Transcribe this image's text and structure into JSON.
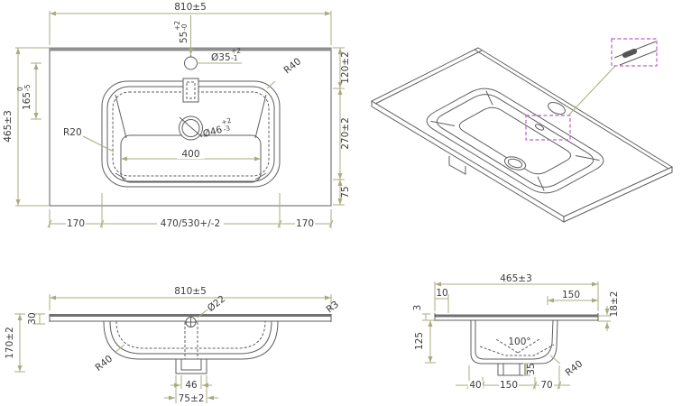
{
  "plan": {
    "width": "810±5",
    "depth": "465±3",
    "faucet_offset": {
      "nominal": "55",
      "upper": "+2",
      "lower": "-0"
    },
    "faucet_hole": {
      "nominal": "Ø35",
      "upper": "+2",
      "lower": "-1"
    },
    "drain_hole": {
      "nominal": "Ø46",
      "upper": "+2",
      "lower": "-3"
    },
    "drain_offset": {
      "nominal": "165",
      "upper": "0",
      "lower": "-5"
    },
    "radius_inner": "R20",
    "radius_outer": "R40",
    "bowl_bottom_width": "400",
    "back_to_bowl": "120±2",
    "bowl_front_depth": "270±2",
    "bowl_to_front": "75",
    "left_margin": "170",
    "bowl_width": "470/530+/-2",
    "right_margin": "170"
  },
  "front": {
    "width": "810±5",
    "hole_dia": "Ø22",
    "edge_radius": "R3",
    "apron_height": "30",
    "total_height": "170±2",
    "bowl_radius": "R40",
    "waste_width": "46",
    "waste_outer": "75±2"
  },
  "side": {
    "depth": "465±3",
    "front_overhang": "10",
    "front_lip": "3",
    "bowl_depth": "125",
    "back_deck": "150",
    "top_thickness": "18±2",
    "floor_angle": "100°",
    "waste_height": "35",
    "bowl_radius": "R40",
    "bottom_front": "40",
    "bottom_middle": "150",
    "bottom_back": "70"
  }
}
